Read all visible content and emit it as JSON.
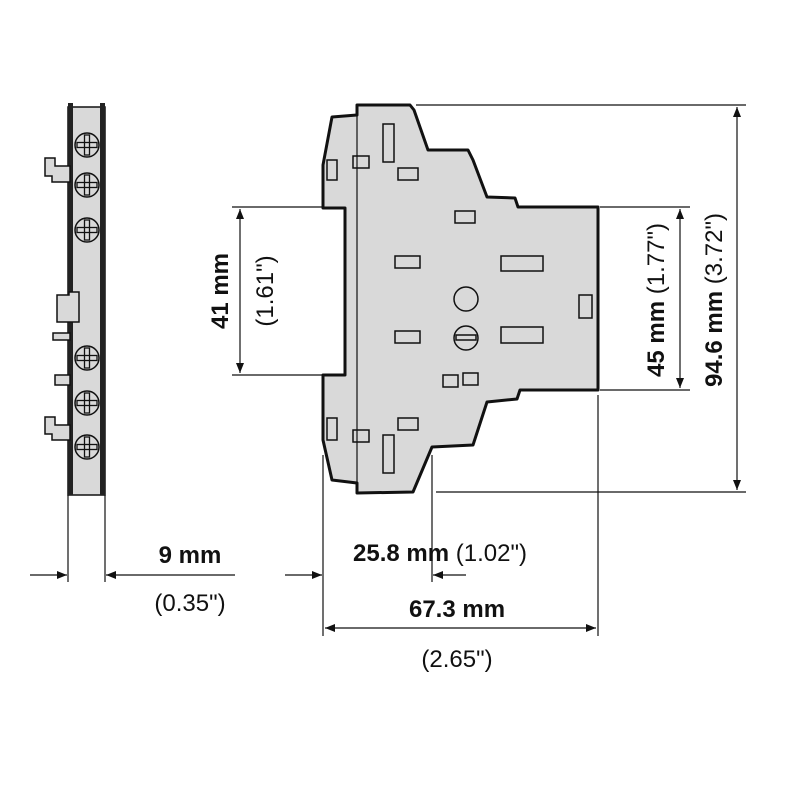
{
  "dimensions": {
    "height_41": {
      "value": "41 mm",
      "inch": "(1.61\")"
    },
    "height_45": {
      "value": "45 mm",
      "inch": "(1.77\")"
    },
    "height_94_6": {
      "value": "94.6 mm",
      "inch": "(3.72\")"
    },
    "width_9": {
      "value": "9 mm",
      "inch": "(0.35\")"
    },
    "width_25_8": {
      "value": "25.8 mm",
      "inch": "(1.02\")"
    },
    "width_67_3": {
      "value": "67.3 mm",
      "inch": "(2.65\")"
    }
  },
  "colors": {
    "body": "#d9d9d9",
    "line": "#111111"
  }
}
